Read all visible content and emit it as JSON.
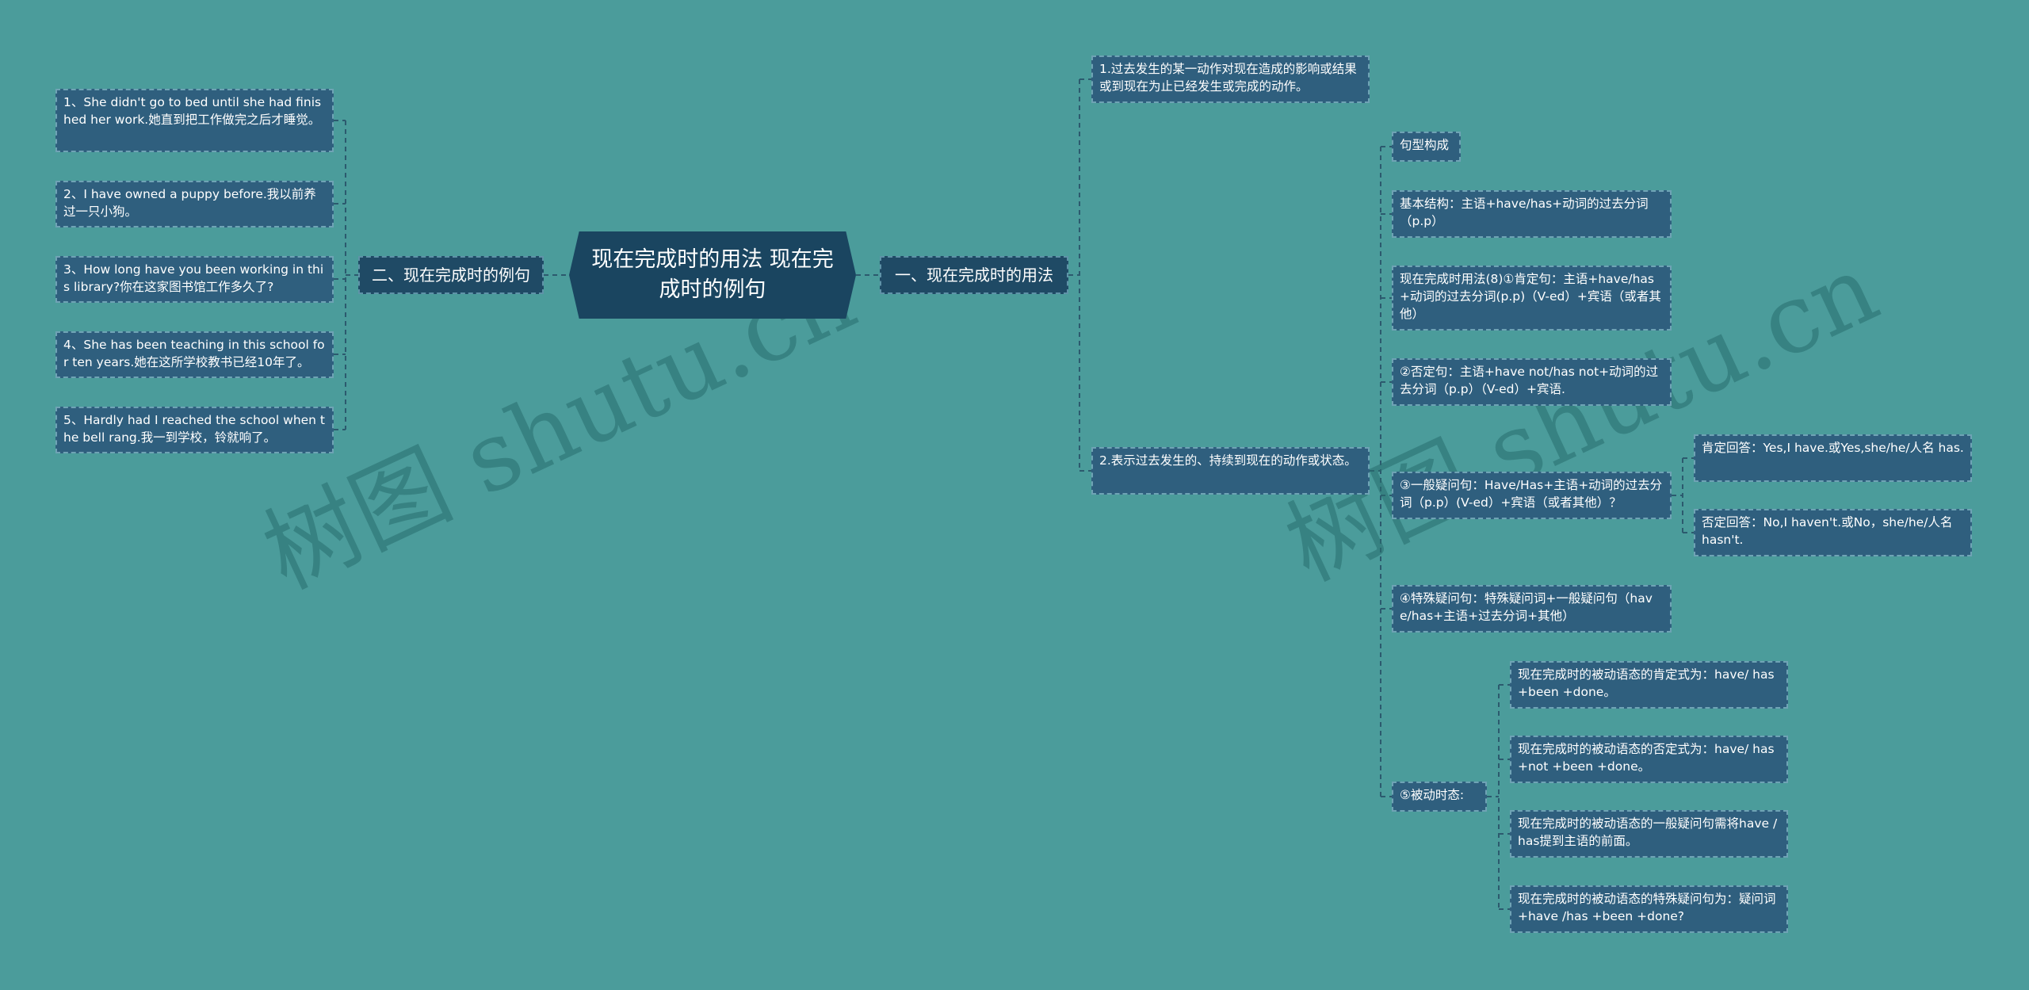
{
  "root": {
    "label": "现在完成时的用法 现在完成时的例句"
  },
  "left_branch": {
    "label": "二、现在完成时的例句",
    "items": [
      "1、She didn't go to bed until she had finished her work.她直到把工作做完之后才睡觉。",
      "2、I have owned a puppy before.我以前养过一只小狗。",
      "3、How long have you been working in this library?你在这家图书馆工作多久了?",
      "4、She has been teaching in this school for ten years.她在这所学校教书已经10年了。",
      "5、Hardly had I reached the school when the bell rang.我一到学校，铃就响了。"
    ]
  },
  "right_branch": {
    "label": "一、现在完成时的用法",
    "usage1": "1.过去发生的某一动作对现在造成的影响或结果或到现在为止已经发生或完成的动作。",
    "usage2": "2.表示过去发生的、持续到现在的动作或状态。",
    "structure": {
      "title": "句型构成",
      "basic": "基本结构：主语+have/has+动词的过去分词（p.p）",
      "affirmative": "现在完成时用法(8)①肯定句：主语+have/has+动词的过去分词(p.p)（V-ed）+宾语（或者其他）",
      "negative": "②否定句：主语+have not/has not+动词的过去分词（p.p）（V-ed）+宾语.",
      "question": "③一般疑问句：Have/Has+主语+动词的过去分词（p.p）(V-ed）+宾语（或者其他）？",
      "answer_yes": "肯定回答：Yes,I have.或Yes,she/he/人名 has.",
      "answer_no": "否定回答：No,I haven't.或No，she/he/人名 hasn't.",
      "special": "④特殊疑问句：特殊疑问词+一般疑问句（have/has+主语+过去分词+其他）",
      "passive": {
        "title": "⑤被动时态:",
        "items": [
          "现在完成时的被动语态的肯定式为：have/ has +been +done。",
          "现在完成时的被动语态的否定式为：have/ has +not +been +done。",
          "现在完成时的被动语态的一般疑问句需将have /has提到主语的前面。",
          "现在完成时的被动语态的特殊疑问句为：疑问词+have /has +been +done?"
        ]
      }
    }
  },
  "watermark": [
    "树图 shutu.cn",
    "树图 shutu.cn"
  ],
  "colors": {
    "background": "#4b9c9b",
    "node": "#2f5f7e",
    "root": "#1a4560",
    "line": "#2c5a6e"
  }
}
